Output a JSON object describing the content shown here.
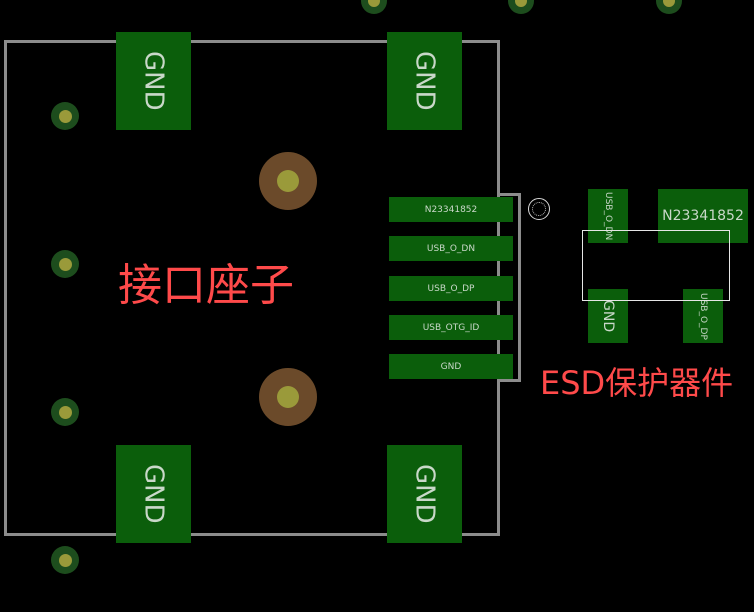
{
  "connector": {
    "label": "接口座子",
    "big_pads": [
      "GND",
      "GND",
      "GND",
      "GND"
    ],
    "signal_pads": [
      "N23341852",
      "USB_O_DN",
      "USB_O_DP",
      "USB_OTG_ID",
      "GND"
    ]
  },
  "esd": {
    "label": "ESD保护器件",
    "pads": {
      "top_left": "USB_O_DN",
      "top_right": "N23341852",
      "bottom_left": "GND",
      "bottom_right": "USB_O_DP"
    }
  },
  "colors": {
    "background": "#000000",
    "pad": "#0b5e0b",
    "outline": "#8c8c8c",
    "label": "#ff4a4a",
    "via_ring": "#1d4d1d",
    "via_core": "#9a9a3a",
    "mount_hole": "#6b4a2a"
  }
}
